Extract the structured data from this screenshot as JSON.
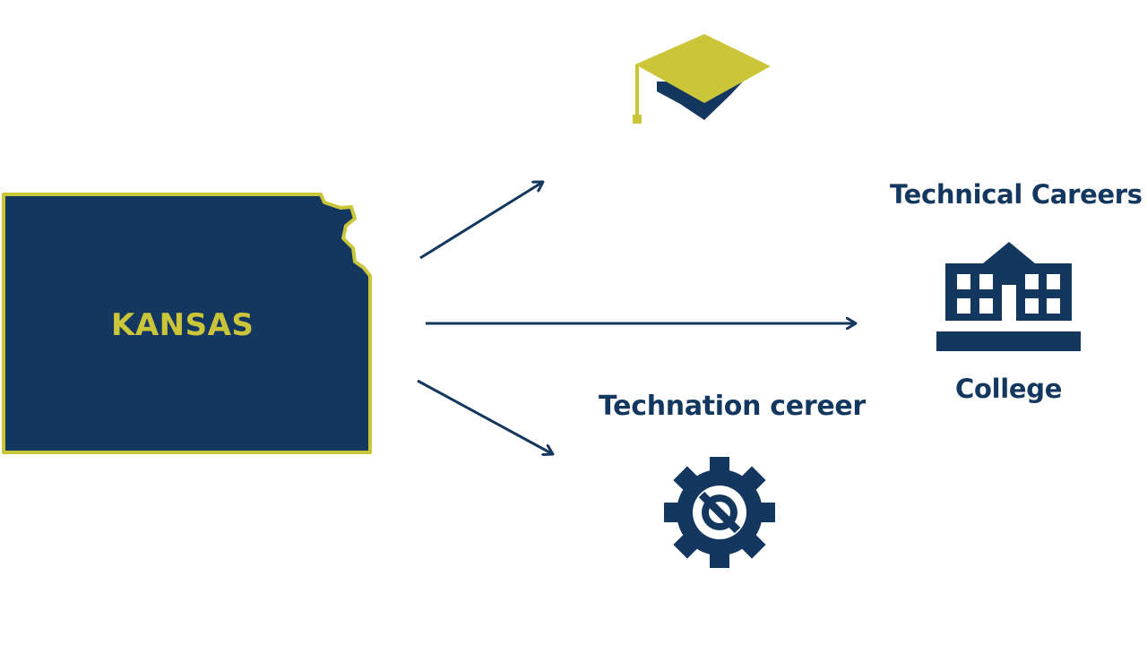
{
  "state": {
    "name": "KANSAS"
  },
  "destinations": {
    "technical_careers": "Technical Careers",
    "college": "College",
    "technation_career": "Technation cereer"
  },
  "icons": {
    "top": "graduation-cap-icon",
    "right": "building-icon",
    "bottom": "gear-icon"
  },
  "colors": {
    "navy": "#13375f",
    "gold": "#cbc53a",
    "background": "#ffffff"
  }
}
